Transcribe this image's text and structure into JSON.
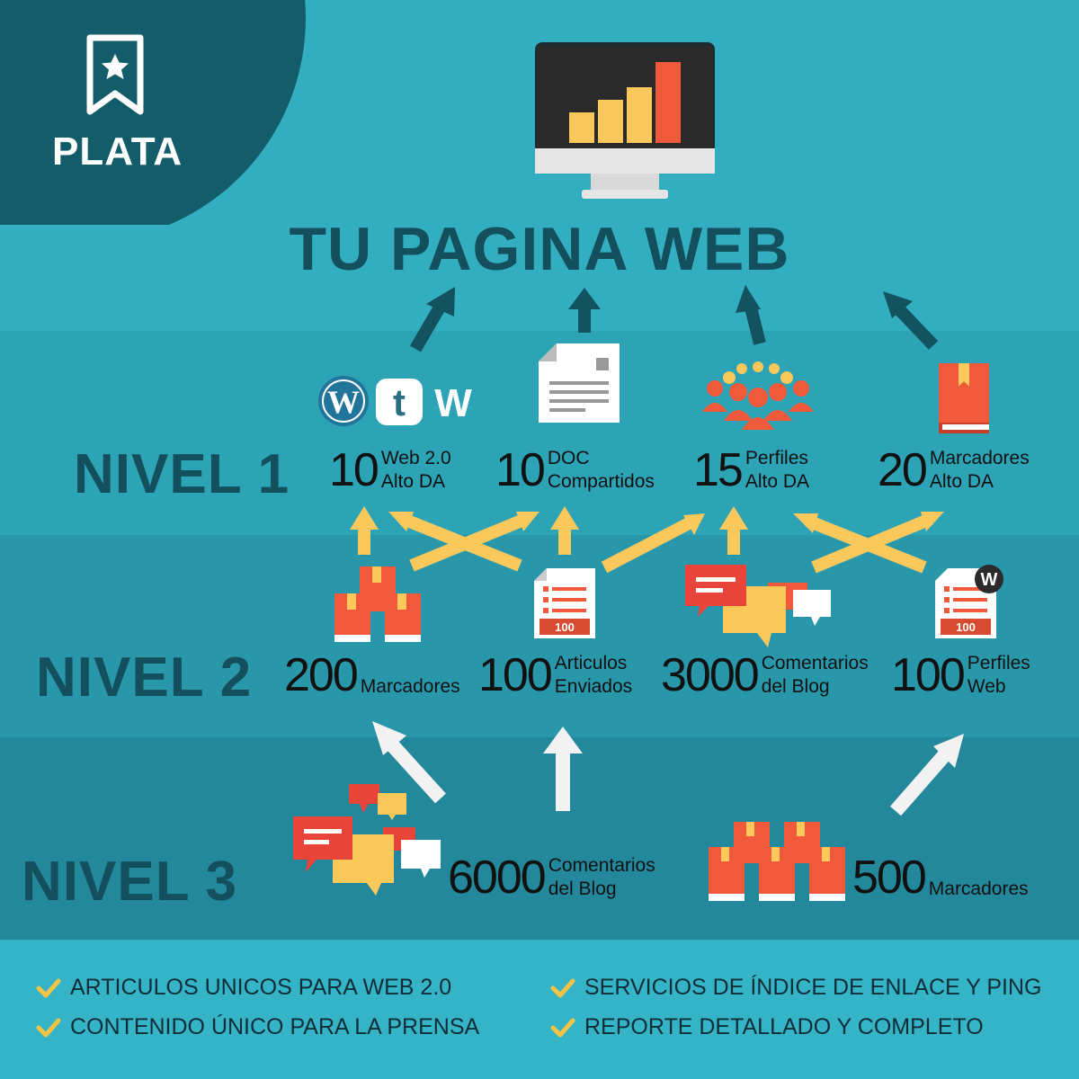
{
  "badge": {
    "label": "PLATA"
  },
  "title": "TU PAGINA WEB",
  "levels": {
    "nivel1": "NIVEL 1",
    "nivel2": "NIVEL 2",
    "nivel3": "NIVEL 3"
  },
  "nivel1": [
    {
      "num": "10",
      "label": "Web 2.0\nAlto DA"
    },
    {
      "num": "10",
      "label": "DOC\nCompartidos"
    },
    {
      "num": "15",
      "label": "Perfiles\nAlto DA"
    },
    {
      "num": "20",
      "label": "Marcadores\nAlto DA"
    }
  ],
  "nivel2": [
    {
      "num": "200",
      "label": "Marcadores"
    },
    {
      "num": "100",
      "label": "Articulos\nEnviados"
    },
    {
      "num": "3000",
      "label": "Comentarios\ndel Blog"
    },
    {
      "num": "100",
      "label": "Perfiles\nWeb"
    }
  ],
  "nivel3": [
    {
      "num": "6000",
      "label": "Comentarios\ndel Blog"
    },
    {
      "num": "500",
      "label": "Marcadores"
    }
  ],
  "icons": {
    "doc_badge": "100",
    "web20_letters": [
      "W",
      "t",
      "W"
    ],
    "weebly_letter": "W"
  },
  "features": [
    "ARTICULOS UNICOS PARA WEB 2.0",
    "CONTENIDO ÚNICO PARA LA PRENSA",
    "SERVICIOS DE ÍNDICE DE ENLACE Y PING",
    "REPORTE DETALLADO Y COMPLETO"
  ],
  "colors": {
    "title": "#134f5c",
    "arrow_top": "#13525f",
    "arrow_mid": "#fbc85c",
    "arrow_low": "#f2f2f2",
    "accent_red": "#e8533a",
    "check": "#f6c445"
  }
}
